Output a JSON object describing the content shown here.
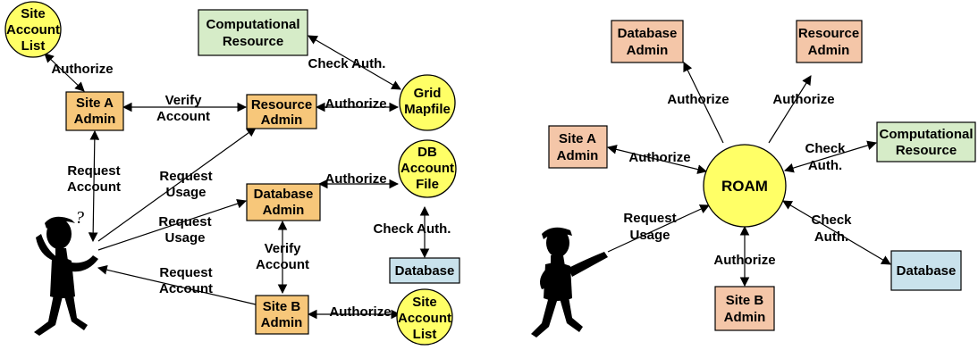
{
  "left": {
    "site_account_list_top": [
      "Site",
      "Account",
      "List"
    ],
    "computational_resource": [
      "Computational",
      "Resource"
    ],
    "grid_mapfile": [
      "Grid",
      "Mapfile"
    ],
    "site_a_admin": [
      "Site A",
      "Admin"
    ],
    "resource_admin": [
      "Resource",
      "Admin"
    ],
    "db_account_file": [
      "DB",
      "Account",
      "File"
    ],
    "database_admin": [
      "Database",
      "Admin"
    ],
    "database": [
      "Database"
    ],
    "site_b_admin": [
      "Site B",
      "Admin"
    ],
    "site_account_list_bottom": [
      "Site",
      "Account",
      "List"
    ],
    "labels": {
      "authorize_top": [
        "Authorize"
      ],
      "verify_account_top": [
        "Verify",
        "Account"
      ],
      "check_auth_grid": [
        "Check Auth."
      ],
      "authorize_grid": [
        "Authorize"
      ],
      "request_account_left": [
        "Request",
        "Account"
      ],
      "request_usage_resource": [
        "Request",
        "Usage"
      ],
      "authorize_db": [
        "Authorize"
      ],
      "request_usage_db": [
        "Request",
        "Usage"
      ],
      "check_auth_db": [
        "Check Auth."
      ],
      "verify_account_mid": [
        "Verify",
        "Account"
      ],
      "request_account_siteb": [
        "Request",
        "Account"
      ],
      "authorize_siteb": [
        "Authorize"
      ]
    },
    "person_glyph": "?"
  },
  "right": {
    "roam": [
      "ROAM"
    ],
    "database_admin": [
      "Database",
      "Admin"
    ],
    "resource_admin": [
      "Resource",
      "Admin"
    ],
    "site_a_admin": [
      "Site A",
      "Admin"
    ],
    "computational_resource": [
      "Computational",
      "Resource"
    ],
    "database": [
      "Database"
    ],
    "site_b_admin": [
      "Site B",
      "Admin"
    ],
    "labels": {
      "authorize_dbadmin": [
        "Authorize"
      ],
      "authorize_resadmin": [
        "Authorize"
      ],
      "authorize_siteA": [
        "Authorize"
      ],
      "check_auth_comp": [
        "Check",
        "Auth."
      ],
      "check_auth_db": [
        "Check",
        "Auth."
      ],
      "request_usage": [
        "Request",
        "Usage"
      ],
      "authorize_siteB": [
        "Authorize"
      ]
    }
  },
  "colors": {
    "yellow_circle": "#ffff66",
    "orange_box": "#f7c77a",
    "green_box": "#d6ecc8",
    "blue_box": "#c9e2ec",
    "salmon_box": "#f4c6a8",
    "stroke": "#000000"
  }
}
